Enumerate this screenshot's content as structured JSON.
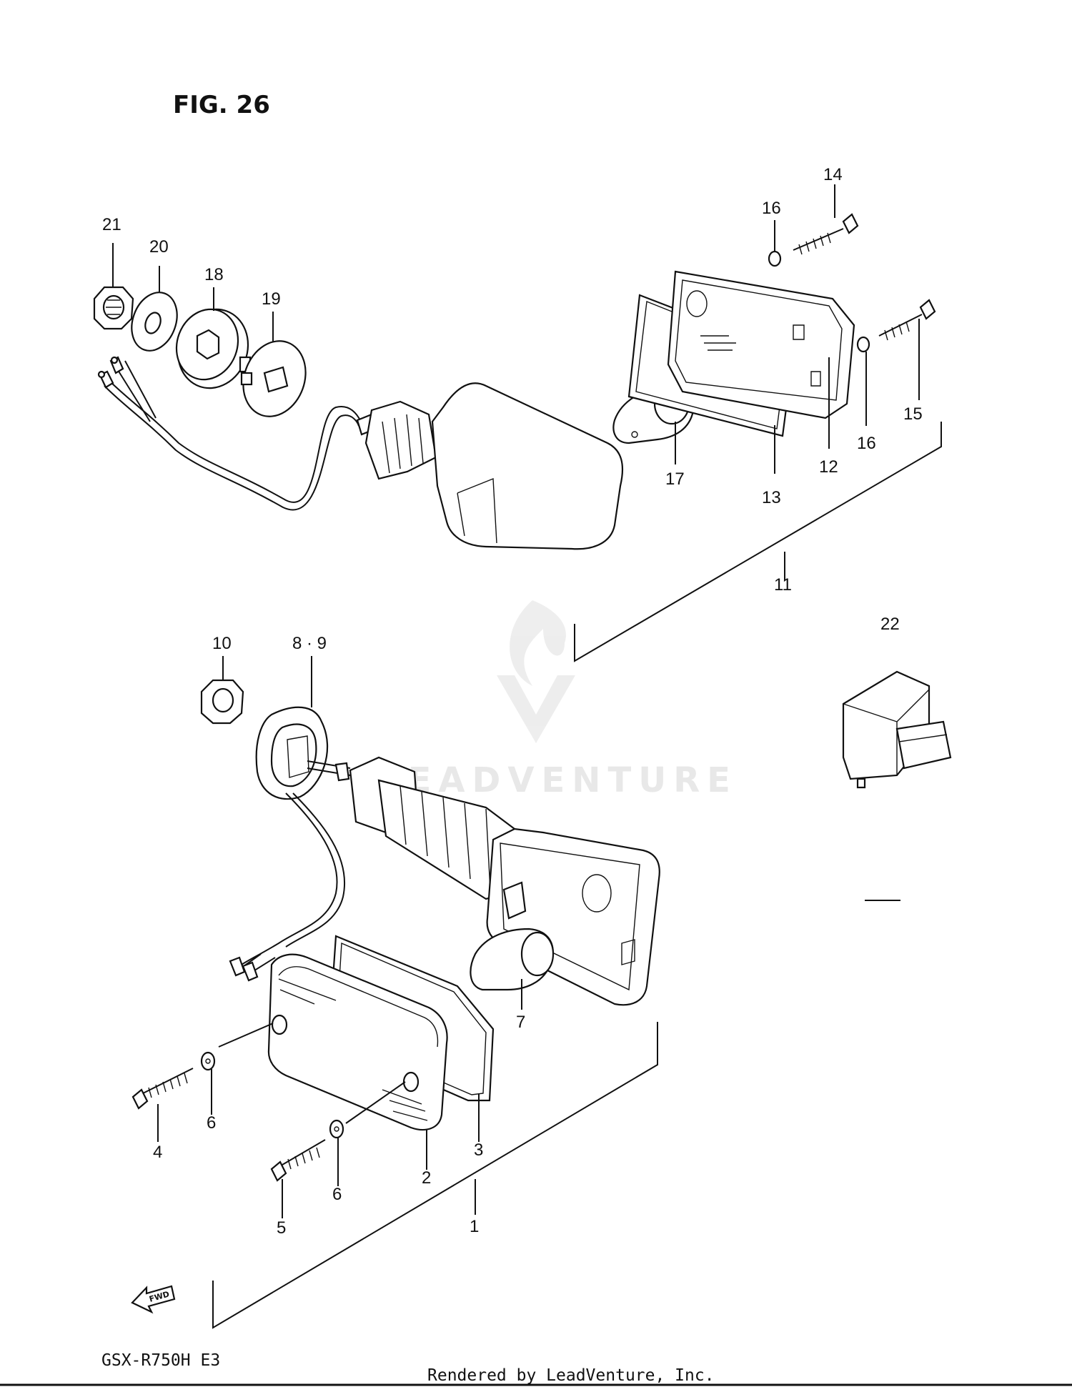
{
  "figure": {
    "title": "FIG. 26",
    "model": "GSX-R750H E3",
    "rendered_by": "Rendered by LeadVenture, Inc.",
    "watermark": "LEADVENTURE",
    "fwd_label": "FWD"
  },
  "callouts": {
    "c1": "1",
    "c2": "2",
    "c3": "3",
    "c4": "4",
    "c5": "5",
    "c6a": "6",
    "c6b": "6",
    "c7": "7",
    "c89": "8 · 9",
    "c10": "10",
    "c11": "11",
    "c12": "12",
    "c13": "13",
    "c14": "14",
    "c15": "15",
    "c16a": "16",
    "c16b": "16",
    "c17": "17",
    "c18": "18",
    "c19": "19",
    "c20": "20",
    "c21": "21",
    "c22": "22"
  },
  "parts": [
    {
      "id": "nut-21",
      "icon": "flange-nut-icon"
    },
    {
      "id": "washer-20",
      "icon": "washer-icon"
    },
    {
      "id": "cushion-18",
      "icon": "hex-cushion-icon"
    },
    {
      "id": "washer-19",
      "icon": "washer-icon"
    },
    {
      "id": "rear-turn-signal-11",
      "icon": "turn-signal-icon"
    },
    {
      "id": "bulb-17",
      "icon": "bulb-icon"
    },
    {
      "id": "gasket-13",
      "icon": "gasket-icon"
    },
    {
      "id": "lens-12",
      "icon": "lens-icon"
    },
    {
      "id": "screw-14",
      "icon": "screw-icon"
    },
    {
      "id": "screw-15",
      "icon": "screw-icon"
    },
    {
      "id": "washer-16",
      "icon": "washer-icon"
    },
    {
      "id": "front-turn-signal-1",
      "icon": "turn-signal-icon"
    },
    {
      "id": "nut-10",
      "icon": "flange-nut-icon"
    },
    {
      "id": "cushion-8-9",
      "icon": "cushion-icon"
    },
    {
      "id": "bulb-7",
      "icon": "bulb-icon"
    },
    {
      "id": "gasket-3",
      "icon": "gasket-icon"
    },
    {
      "id": "lens-2",
      "icon": "lens-icon"
    },
    {
      "id": "screw-4",
      "icon": "screw-icon"
    },
    {
      "id": "screw-5",
      "icon": "screw-icon"
    },
    {
      "id": "washer-6",
      "icon": "washer-icon"
    },
    {
      "id": "relay-22",
      "icon": "relay-icon"
    }
  ]
}
